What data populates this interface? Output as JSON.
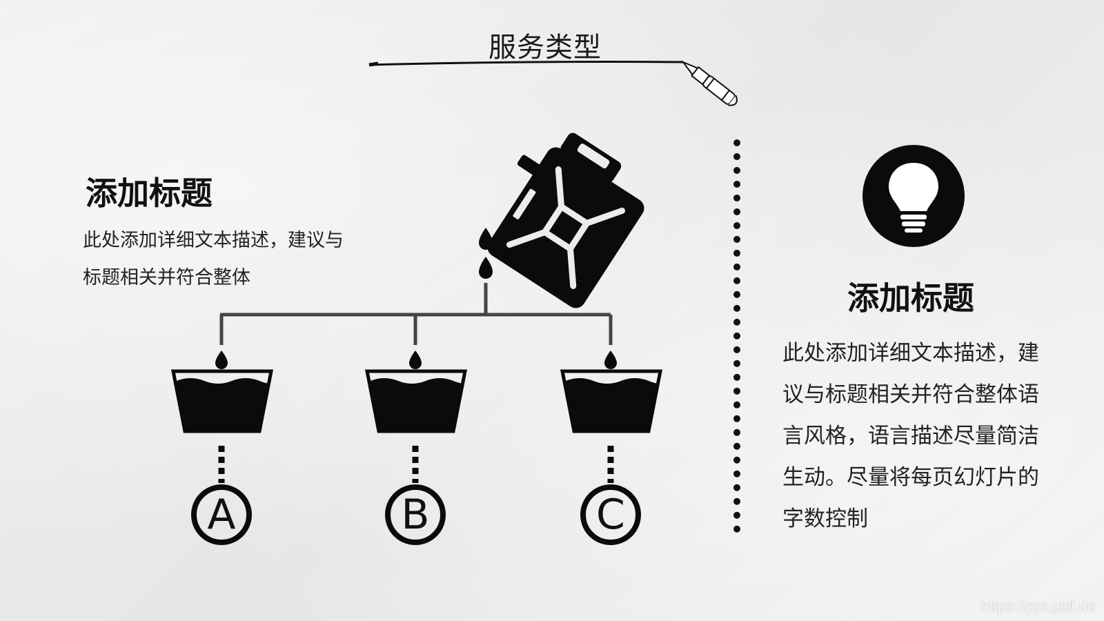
{
  "slide": {
    "title": "服务类型"
  },
  "left_block": {
    "heading": "添加标题",
    "text": "此处添加详细文本描述，建议与标题相关并符合整体"
  },
  "right_block": {
    "heading": "添加标题",
    "text": "此处添加详细文本描述，建议与标题相关并符合整体语言风格，语言描述尽量简洁生动。尽量将每页幻灯片的字数控制"
  },
  "options": [
    {
      "label": "A"
    },
    {
      "label": "B"
    },
    {
      "label": "C"
    }
  ],
  "watermark": "https://ppt.pkll.de",
  "icons": {
    "pen": "fountain-pen-icon",
    "canister": "fuel-canister-icon",
    "bucket": "water-bucket-icon",
    "bulb": "lightbulb-icon"
  },
  "colors": {
    "ink": "#111111",
    "paper": "#ececec"
  }
}
